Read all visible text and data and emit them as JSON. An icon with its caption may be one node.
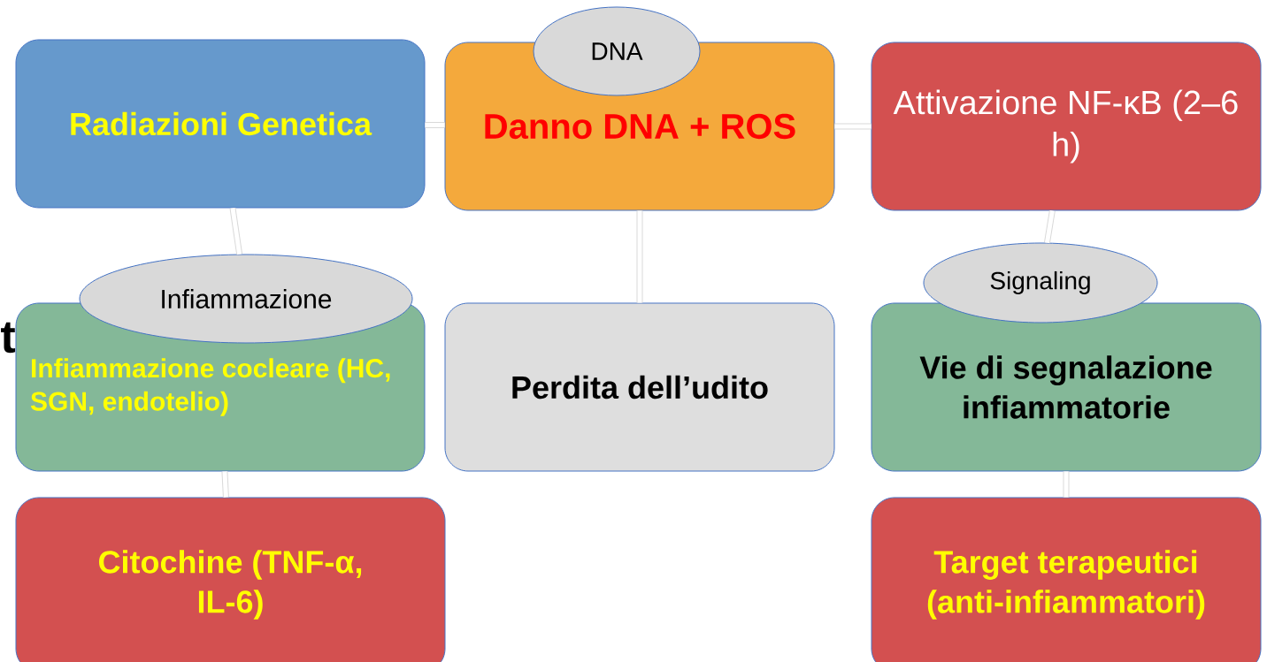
{
  "diagram": {
    "nodes": [
      {
        "text": [
          "Radiazioni Genetica"
        ]
      },
      {
        "text": [
          "DNA"
        ]
      },
      {
        "text": [
          "Danno DNA + ROS"
        ]
      },
      {
        "text": [
          "Attivazione NF-κB (2–6 h)"
        ]
      },
      {
        "text": [
          "Infiammazione"
        ]
      },
      {
        "text": [
          "Infiammazione cocleare (HC, SGN, endotelio)"
        ]
      },
      {
        "text": [
          "Perdita dell’udito"
        ]
      },
      {
        "text": [
          "Signaling"
        ]
      },
      {
        "text": [
          "Vie di segnalazione infiammatorie"
        ]
      },
      {
        "text": [
          "Citochine (TNF-α, IL-6)"
        ]
      },
      {
        "text": [
          "Target terapeutici (anti-infiammatori)"
        ]
      }
    ],
    "edges": [
      {
        "from": 0,
        "to": 2,
        "arrow": "none"
      },
      {
        "from": 2,
        "to": 3,
        "arrow": "none"
      },
      {
        "from": 0,
        "to": 4,
        "arrow": "none"
      },
      {
        "from": 2,
        "to": 6,
        "arrow": "none"
      },
      {
        "from": 3,
        "to": 7,
        "arrow": "none"
      },
      {
        "from": 5,
        "to": 9,
        "arrow": "none"
      },
      {
        "from": 8,
        "to": 10,
        "arrow": "none"
      }
    ],
    "labels": [
      "t"
    ]
  }
}
